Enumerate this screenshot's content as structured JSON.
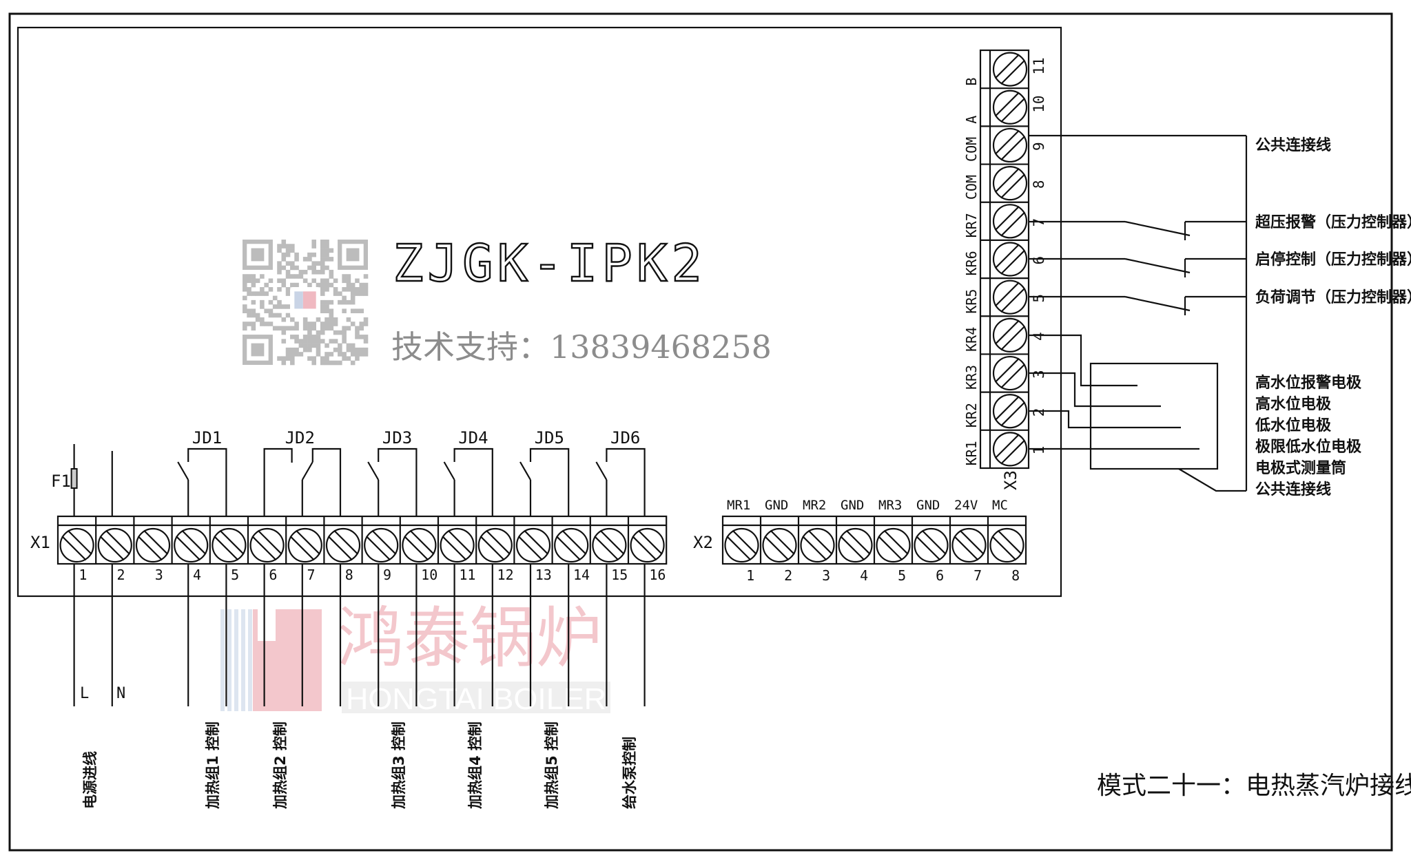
{
  "model": "ZJGK-IPK2",
  "support_text": "技术支持：13839468258",
  "diagram_title": "模式二十一：电热蒸汽炉接线图",
  "watermark": {
    "cn": "鸿泰锅炉",
    "en": "HONGTAI BOILER"
  },
  "qr_code": {
    "icon": "qr-code-icon"
  },
  "x1": {
    "label": "X1",
    "terminals": [
      "1",
      "2",
      "3",
      "4",
      "5",
      "6",
      "7",
      "8",
      "9",
      "10",
      "11",
      "12",
      "13",
      "14",
      "15",
      "16"
    ],
    "fuse_label": "F1",
    "relays": [
      "JD1",
      "JD2",
      "JD3",
      "JD4",
      "JD5",
      "JD6"
    ],
    "line_labels": [
      "L",
      "N"
    ],
    "wire_labels": [
      "电源进线",
      "加热组1 控制",
      "加热组2 控制",
      "加热组3 控制",
      "加热组4 控制",
      "加热组5 控制",
      "给水泵控制"
    ]
  },
  "x2": {
    "label": "X2",
    "signals": [
      "MR1",
      "GND",
      "MR2",
      "GND",
      "MR3",
      "GND",
      "24V",
      "MC"
    ],
    "terminals": [
      "1",
      "2",
      "3",
      "4",
      "5",
      "6",
      "7",
      "8"
    ]
  },
  "x3": {
    "label": "X3",
    "signals": [
      "KR1",
      "KR2",
      "KR3",
      "KR4",
      "KR5",
      "KR6",
      "KR7",
      "COM",
      "COM",
      "A",
      "B"
    ],
    "terminals": [
      "1",
      "2",
      "3",
      "4",
      "5",
      "6",
      "7",
      "8",
      "9",
      "10",
      "11"
    ]
  },
  "right_labels": {
    "common": "公共连接线",
    "pressure": [
      "超压报警（压力控制器）",
      "启停控制（压力控制器）",
      "负荷调节（压力控制器）"
    ],
    "electrodes": [
      "高水位报警电极",
      "高水位电极",
      "低水位电极",
      "极限低水位电极",
      "电极式测量筒",
      "公共连接线"
    ]
  }
}
